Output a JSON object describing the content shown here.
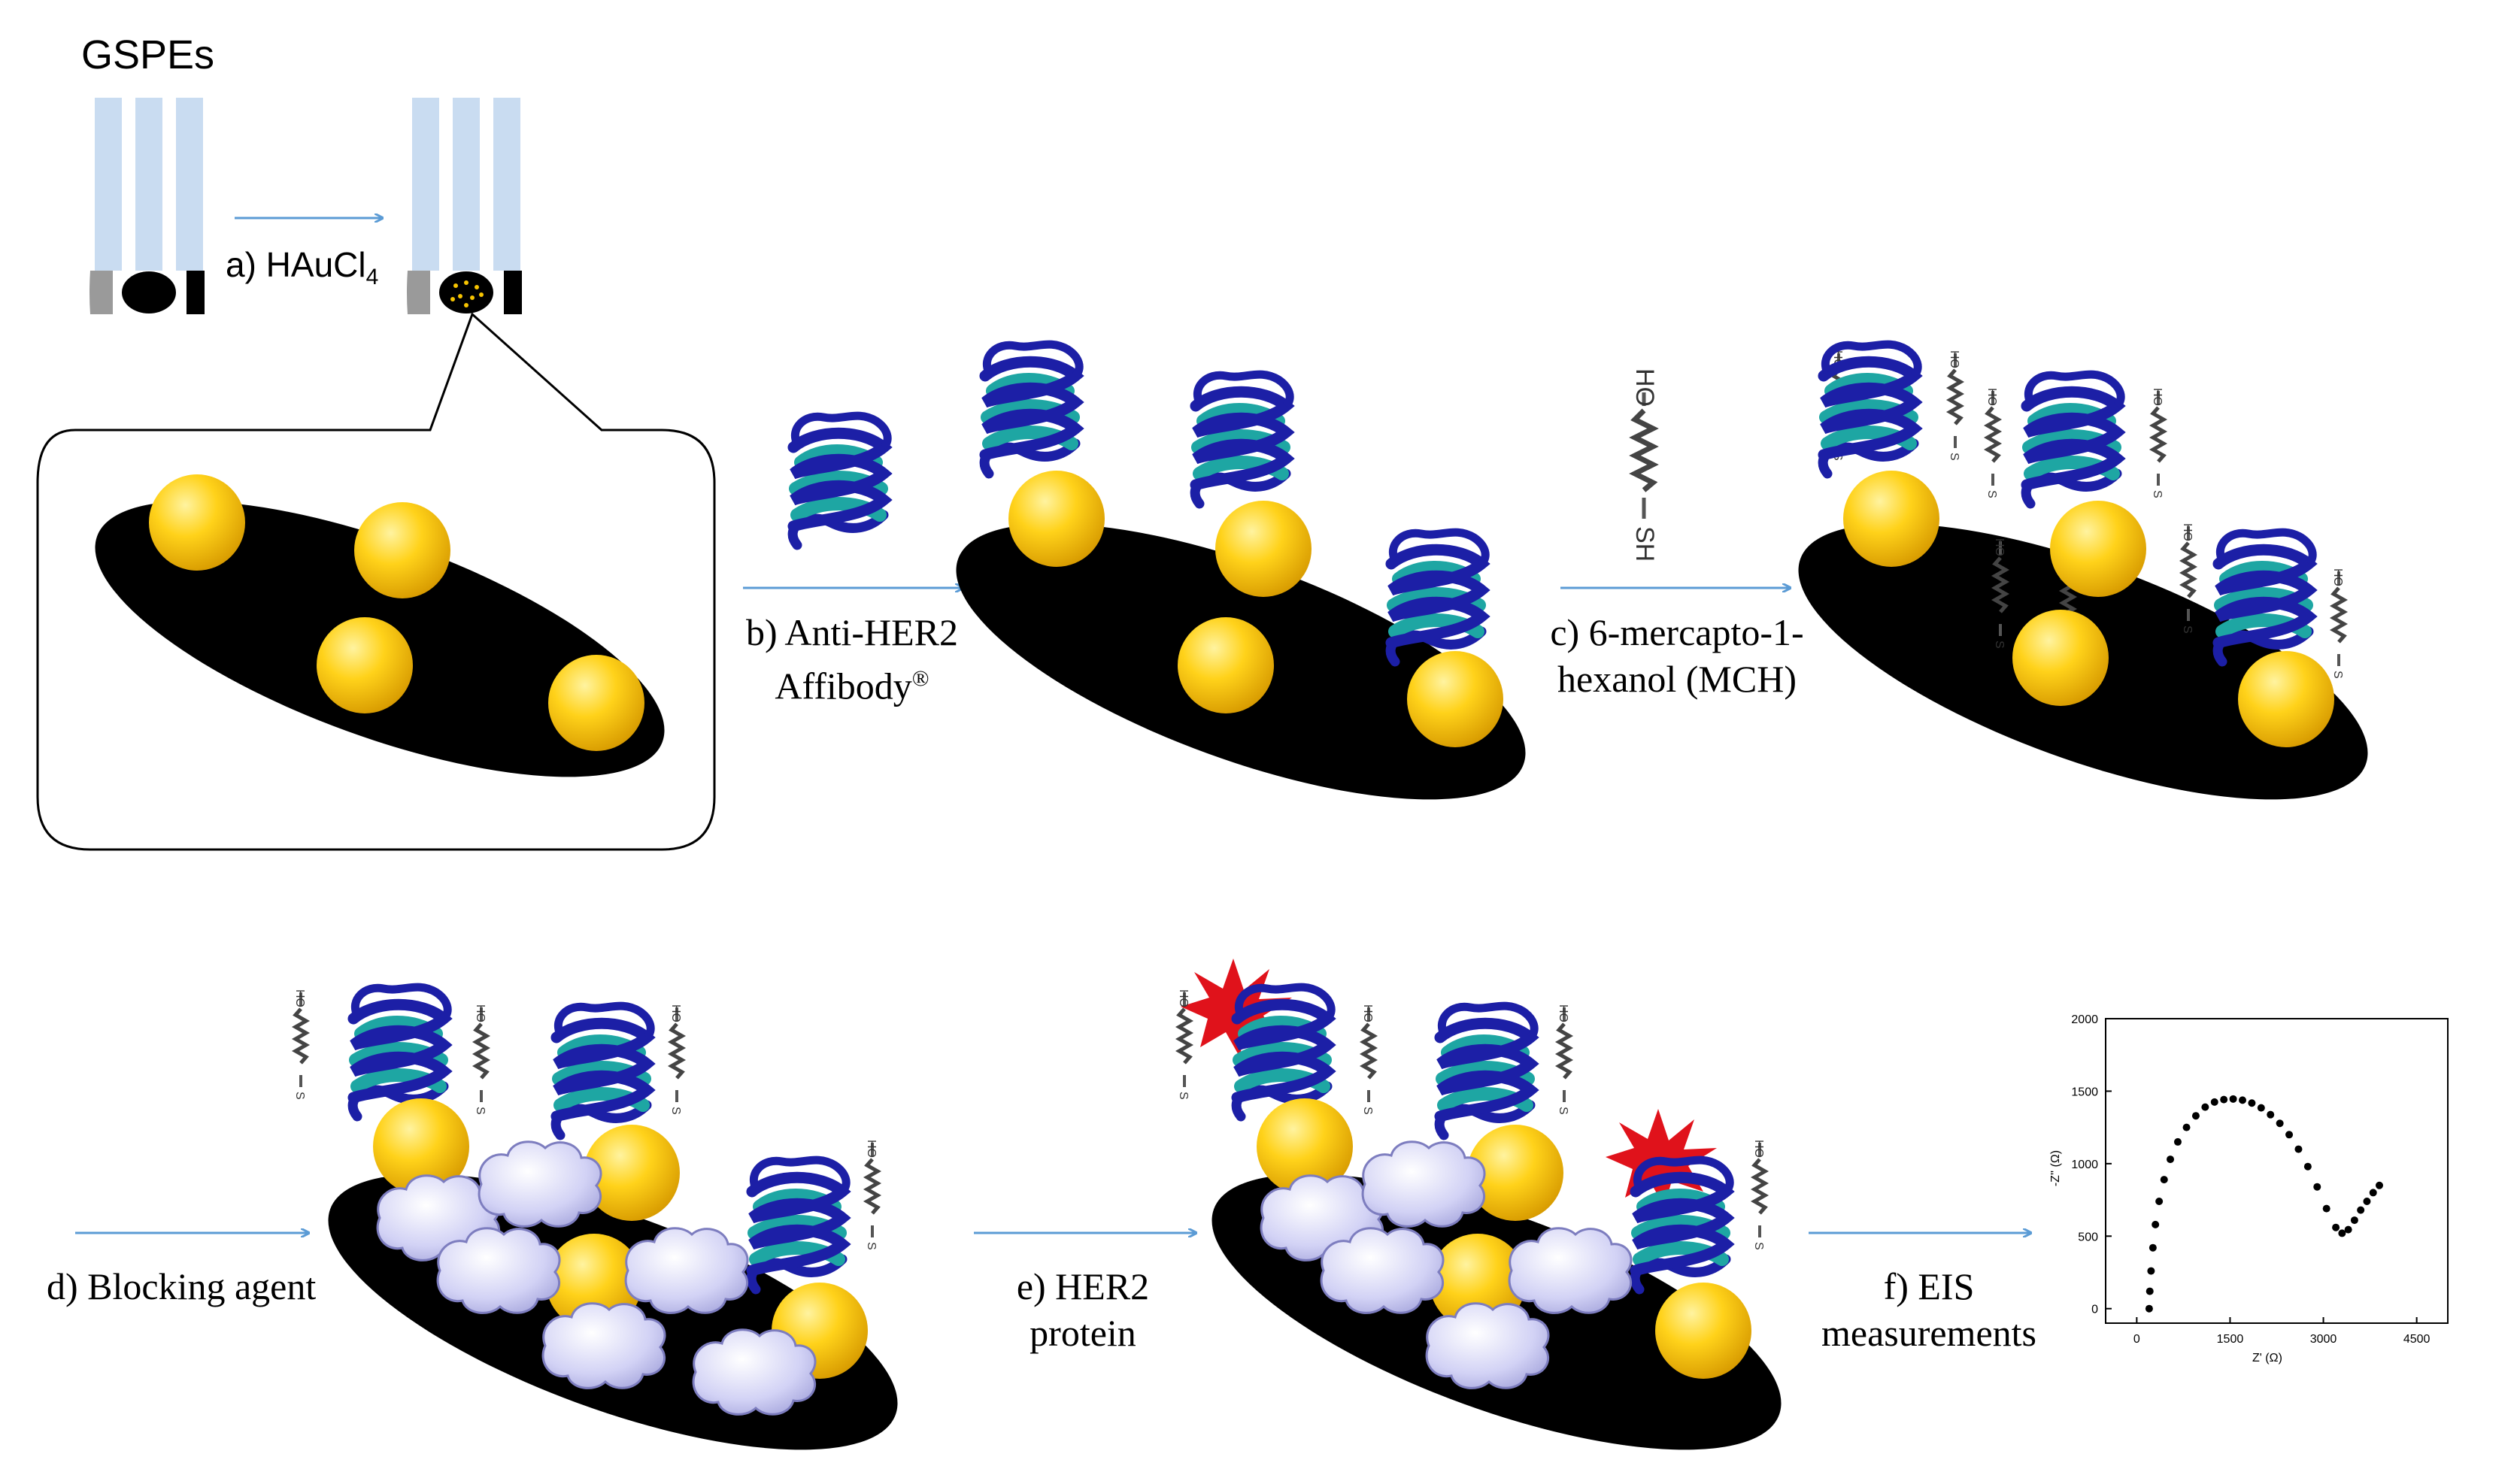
{
  "title": "GSPEs",
  "steps": {
    "a": {
      "prefix": "a) HAuCl",
      "sub": "4"
    },
    "b": {
      "line1": "b) Anti-HER2",
      "line2": "Affibody",
      "sup": "®"
    },
    "c": {
      "line1": "c) 6-mercapto-1-",
      "line2": "hexanol (MCH)"
    },
    "d": {
      "line1": "d) Blocking agent"
    },
    "e": {
      "line1": "e) HER2",
      "line2": "protein"
    },
    "f": {
      "line1": "f) EIS",
      "line2": "measurements"
    }
  },
  "mch_molecule": {
    "oh": "HO",
    "sh": "SH"
  },
  "colors": {
    "electrode_strip": "#c9dcf1",
    "arrow": "#5b9bd5",
    "gold": "#f7c400",
    "helix_dark": "#1c1fa6",
    "helix_light": "#1ea6a3",
    "her2": "#e0121b",
    "blocking": "#c9c9f2"
  },
  "chart_data": {
    "type": "scatter",
    "xlabel": "Z' (Ω)",
    "ylabel": "-Z'' (Ω)",
    "x_ticks": [
      "0",
      "1500",
      "3000",
      "4500"
    ],
    "y_ticks": [
      "0",
      "500",
      "1000",
      "1500",
      "2000"
    ],
    "xlim": [
      -500,
      5000
    ],
    "ylim": [
      -100,
      2000
    ],
    "series": [
      {
        "points": [
          [
            200,
            0
          ],
          [
            210,
            120
          ],
          [
            230,
            260
          ],
          [
            260,
            420
          ],
          [
            300,
            580
          ],
          [
            360,
            740
          ],
          [
            440,
            890
          ],
          [
            540,
            1030
          ],
          [
            660,
            1150
          ],
          [
            800,
            1250
          ],
          [
            950,
            1330
          ],
          [
            1100,
            1390
          ],
          [
            1250,
            1425
          ],
          [
            1400,
            1442
          ],
          [
            1550,
            1446
          ],
          [
            1700,
            1438
          ],
          [
            1850,
            1418
          ],
          [
            2000,
            1385
          ],
          [
            2150,
            1338
          ],
          [
            2300,
            1278
          ],
          [
            2450,
            1200
          ],
          [
            2600,
            1100
          ],
          [
            2750,
            980
          ],
          [
            2900,
            840
          ],
          [
            3050,
            690
          ],
          [
            3200,
            560
          ],
          [
            3300,
            520
          ],
          [
            3400,
            545
          ],
          [
            3500,
            610
          ],
          [
            3600,
            680
          ],
          [
            3700,
            740
          ],
          [
            3800,
            800
          ],
          [
            3900,
            850
          ]
        ]
      }
    ]
  }
}
